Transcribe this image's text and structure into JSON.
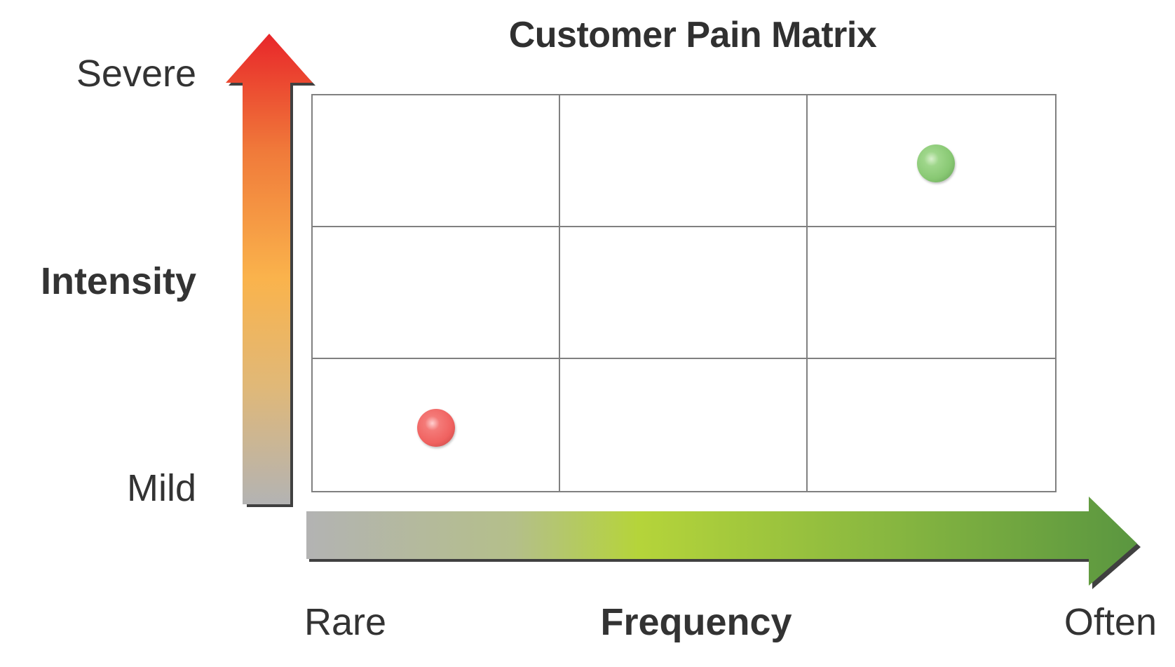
{
  "title": "Customer Pain Matrix",
  "y_axis": {
    "label": "Intensity",
    "high_label": "Severe",
    "low_label": "Mild",
    "arrow_gradient": [
      "#e8262a",
      "#f07a3a",
      "#fab34c",
      "#e0b878",
      "#b3b3b3"
    ]
  },
  "x_axis": {
    "label": "Frequency",
    "low_label": "Rare",
    "high_label": "Often",
    "arrow_gradient": [
      "#b3b3b3",
      "#b4bf8a",
      "#b5d43a",
      "#80b040",
      "#5a9640"
    ]
  },
  "grid": {
    "rows": 3,
    "cols": 3,
    "line_color": "#808080"
  },
  "chart_data": {
    "type": "scatter",
    "title": "Customer Pain Matrix",
    "xlabel": "Frequency",
    "ylabel": "Intensity",
    "x_tick_labels": [
      "Rare",
      "Often"
    ],
    "y_tick_labels": [
      "Mild",
      "Severe"
    ],
    "xlim": [
      0,
      3
    ],
    "ylim": [
      0,
      3
    ],
    "grid": "3x3",
    "points": [
      {
        "name": "red-point",
        "x": 0.5,
        "y": 0.5,
        "color": "#f0605e",
        "cell": "low frequency / low intensity"
      },
      {
        "name": "green-point",
        "x": 2.5,
        "y": 2.5,
        "color": "#8fcf78",
        "cell": "high frequency / high intensity"
      }
    ]
  }
}
